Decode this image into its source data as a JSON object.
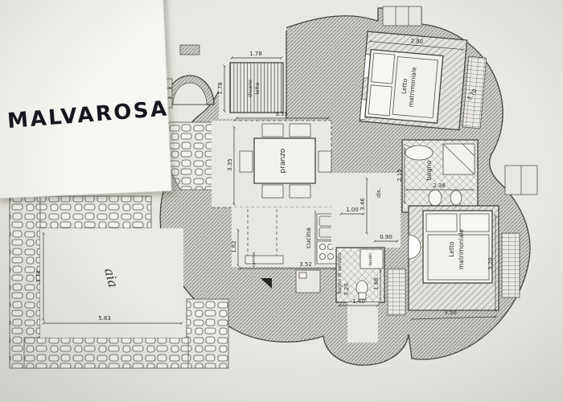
{
  "photo": {
    "handwritten_title": "MALVAROSA"
  },
  "rooms": {
    "pranzo": "pranzo",
    "cucina": "cucina",
    "bagno": "bagno",
    "bagno_servizio": "bagno di servizio",
    "disimpegno": "dis.",
    "letto1_line1": "Letto",
    "letto1_line2": "matrimoniale",
    "letto2_line1": "Letto",
    "letto2_line2": "matrimoniale",
    "aia": "aia",
    "divano_line1": "divano",
    "divano_line2": "letto",
    "camino": "camino",
    "lavatrice": "lavatr."
  },
  "dims": {
    "porch_w": "1.78",
    "porch_h": "1.78",
    "pranzo_w": "3.35",
    "pranzo_h": "3.35",
    "bed1_w": "2.80",
    "bed1_side": "3.70",
    "bagno_w": "2.36",
    "bagno_h": "2.15",
    "dis_len": "3.46",
    "pass_1": "1.00",
    "pass_2": "0.90",
    "cucina_w": "3.52",
    "cucina_h": "1.62",
    "serv_h": "3.20",
    "serv_w": "1.40",
    "serv_side": "1.68",
    "bed2_w": "3.50",
    "bed2_h": "3.20",
    "aia_w": "5.83",
    "aia_h": "3.78"
  }
}
